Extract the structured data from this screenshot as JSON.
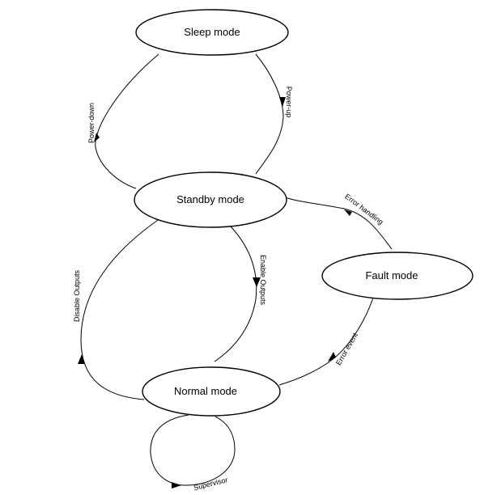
{
  "states": {
    "sleep": "Sleep mode",
    "standby": "Standby mode",
    "normal": "Normal mode",
    "fault": "Fault mode"
  },
  "transitions": {
    "power_down": "Power-down",
    "power_up": "Power-up",
    "error_handling": "Error handling",
    "disable_outputs": "Disable Outputs",
    "enable_outputs": "Enable Outputs",
    "error_event": "Error event",
    "supervisor": "Supervisor"
  },
  "colors": {
    "line": "#000000",
    "background": "#ffffff"
  }
}
